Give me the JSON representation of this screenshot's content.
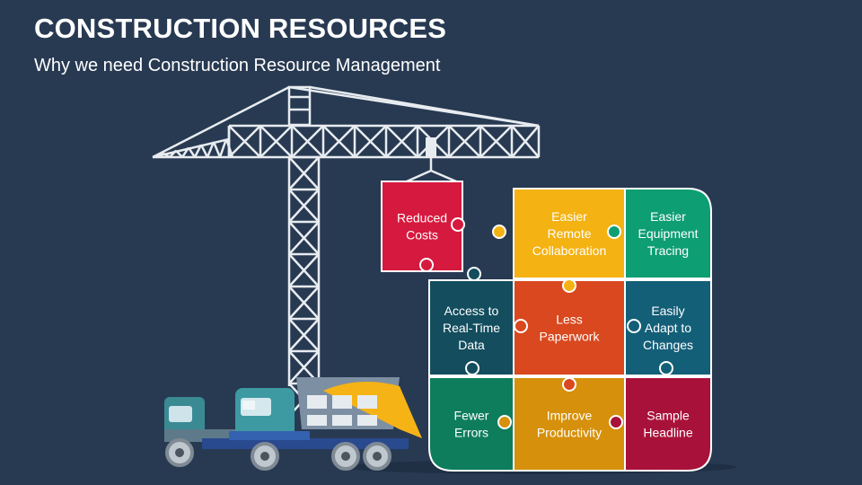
{
  "slide": {
    "title": "CONSTRUCTION RESOURCES",
    "subtitle": "Why we need Construction Resource Management"
  },
  "pieces": [
    {
      "id": "reduced-costs",
      "lines": [
        "Reduced",
        "Costs"
      ],
      "color": "#d6193e"
    },
    {
      "id": "remote-collaboration",
      "lines": [
        "Easier",
        "Remote",
        "Collaboration"
      ],
      "color": "#f4b213"
    },
    {
      "id": "equipment-tracing",
      "lines": [
        "Easier",
        "Equipment",
        "Tracing"
      ],
      "color": "#0e9e73"
    },
    {
      "id": "real-time-data",
      "lines": [
        "Access to",
        "Real-Time",
        "Data"
      ],
      "color": "#134d5e"
    },
    {
      "id": "less-paperwork",
      "lines": [
        "Less",
        "Paperwork"
      ],
      "color": "#d9481f"
    },
    {
      "id": "adapt-to-changes",
      "lines": [
        "Easily",
        "Adapt to",
        "Changes"
      ],
      "color": "#135f78"
    },
    {
      "id": "fewer-errors",
      "lines": [
        "Fewer",
        "Errors"
      ],
      "color": "#0d7d5c"
    },
    {
      "id": "improve-productivity",
      "lines": [
        "Improve",
        "Productivity"
      ],
      "color": "#d6900b"
    },
    {
      "id": "sample-headline",
      "lines": [
        "Sample",
        "Headline"
      ],
      "color": "#a8123a"
    }
  ],
  "icons": {
    "crane": "crane-icon",
    "truck": "dump-truck-icon"
  }
}
